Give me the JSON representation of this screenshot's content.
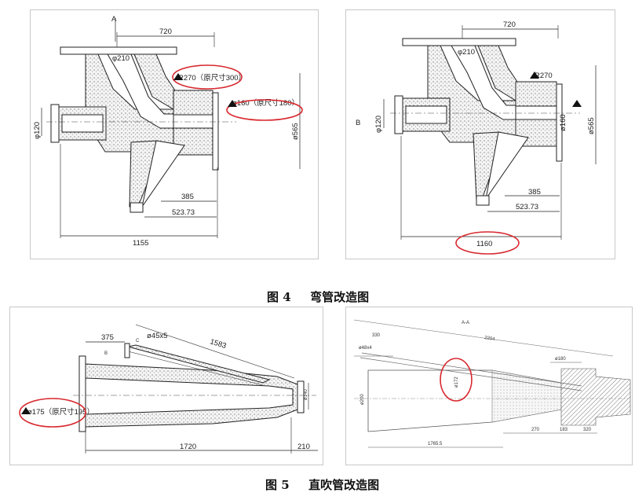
{
  "figure4": {
    "caption_number": "图 4",
    "caption_text": "弯管改造图",
    "left": {
      "section_label": "A",
      "top_dim": "720",
      "pipe_dia": "φ210",
      "radius_label": "R270（原尺寸300）",
      "outlet_label": "ø160（原尺寸180）",
      "left_dia": "φ120",
      "right_dia": "ø565",
      "dim_385": "385",
      "dim_52373": "523.73",
      "bottom_dim": "1155"
    },
    "right": {
      "section_label": "B",
      "top_dim": "720",
      "pipe_dia": "φ210",
      "radius_label": "R270",
      "outlet_label": "ø160",
      "left_dia": "φ120",
      "right_dia": "ø565",
      "dim_385": "385",
      "dim_52373": "523.73",
      "bottom_dim": "1160"
    }
  },
  "figure5": {
    "caption_number": "图 5",
    "caption_text": "直吹管改造图",
    "left": {
      "dim_375": "375",
      "dim_b": "B",
      "dim_c": "C",
      "nozzle": "ø45x5",
      "length": "1583",
      "inlet_label": "ø175（原尺寸195）",
      "outlet": "ø140",
      "bottom_dim": "1720",
      "end_dim": "210"
    },
    "right": {
      "section": "A-A",
      "dim_330": "330",
      "nozzle": "ø48x4",
      "length": "2204",
      "dia_200": "ø200",
      "dim_1180": "ø180",
      "mid": "ø172",
      "dim_270": "270",
      "dim_183": "183",
      "dim_320": "320",
      "bottom_dim": "1765.5"
    }
  }
}
